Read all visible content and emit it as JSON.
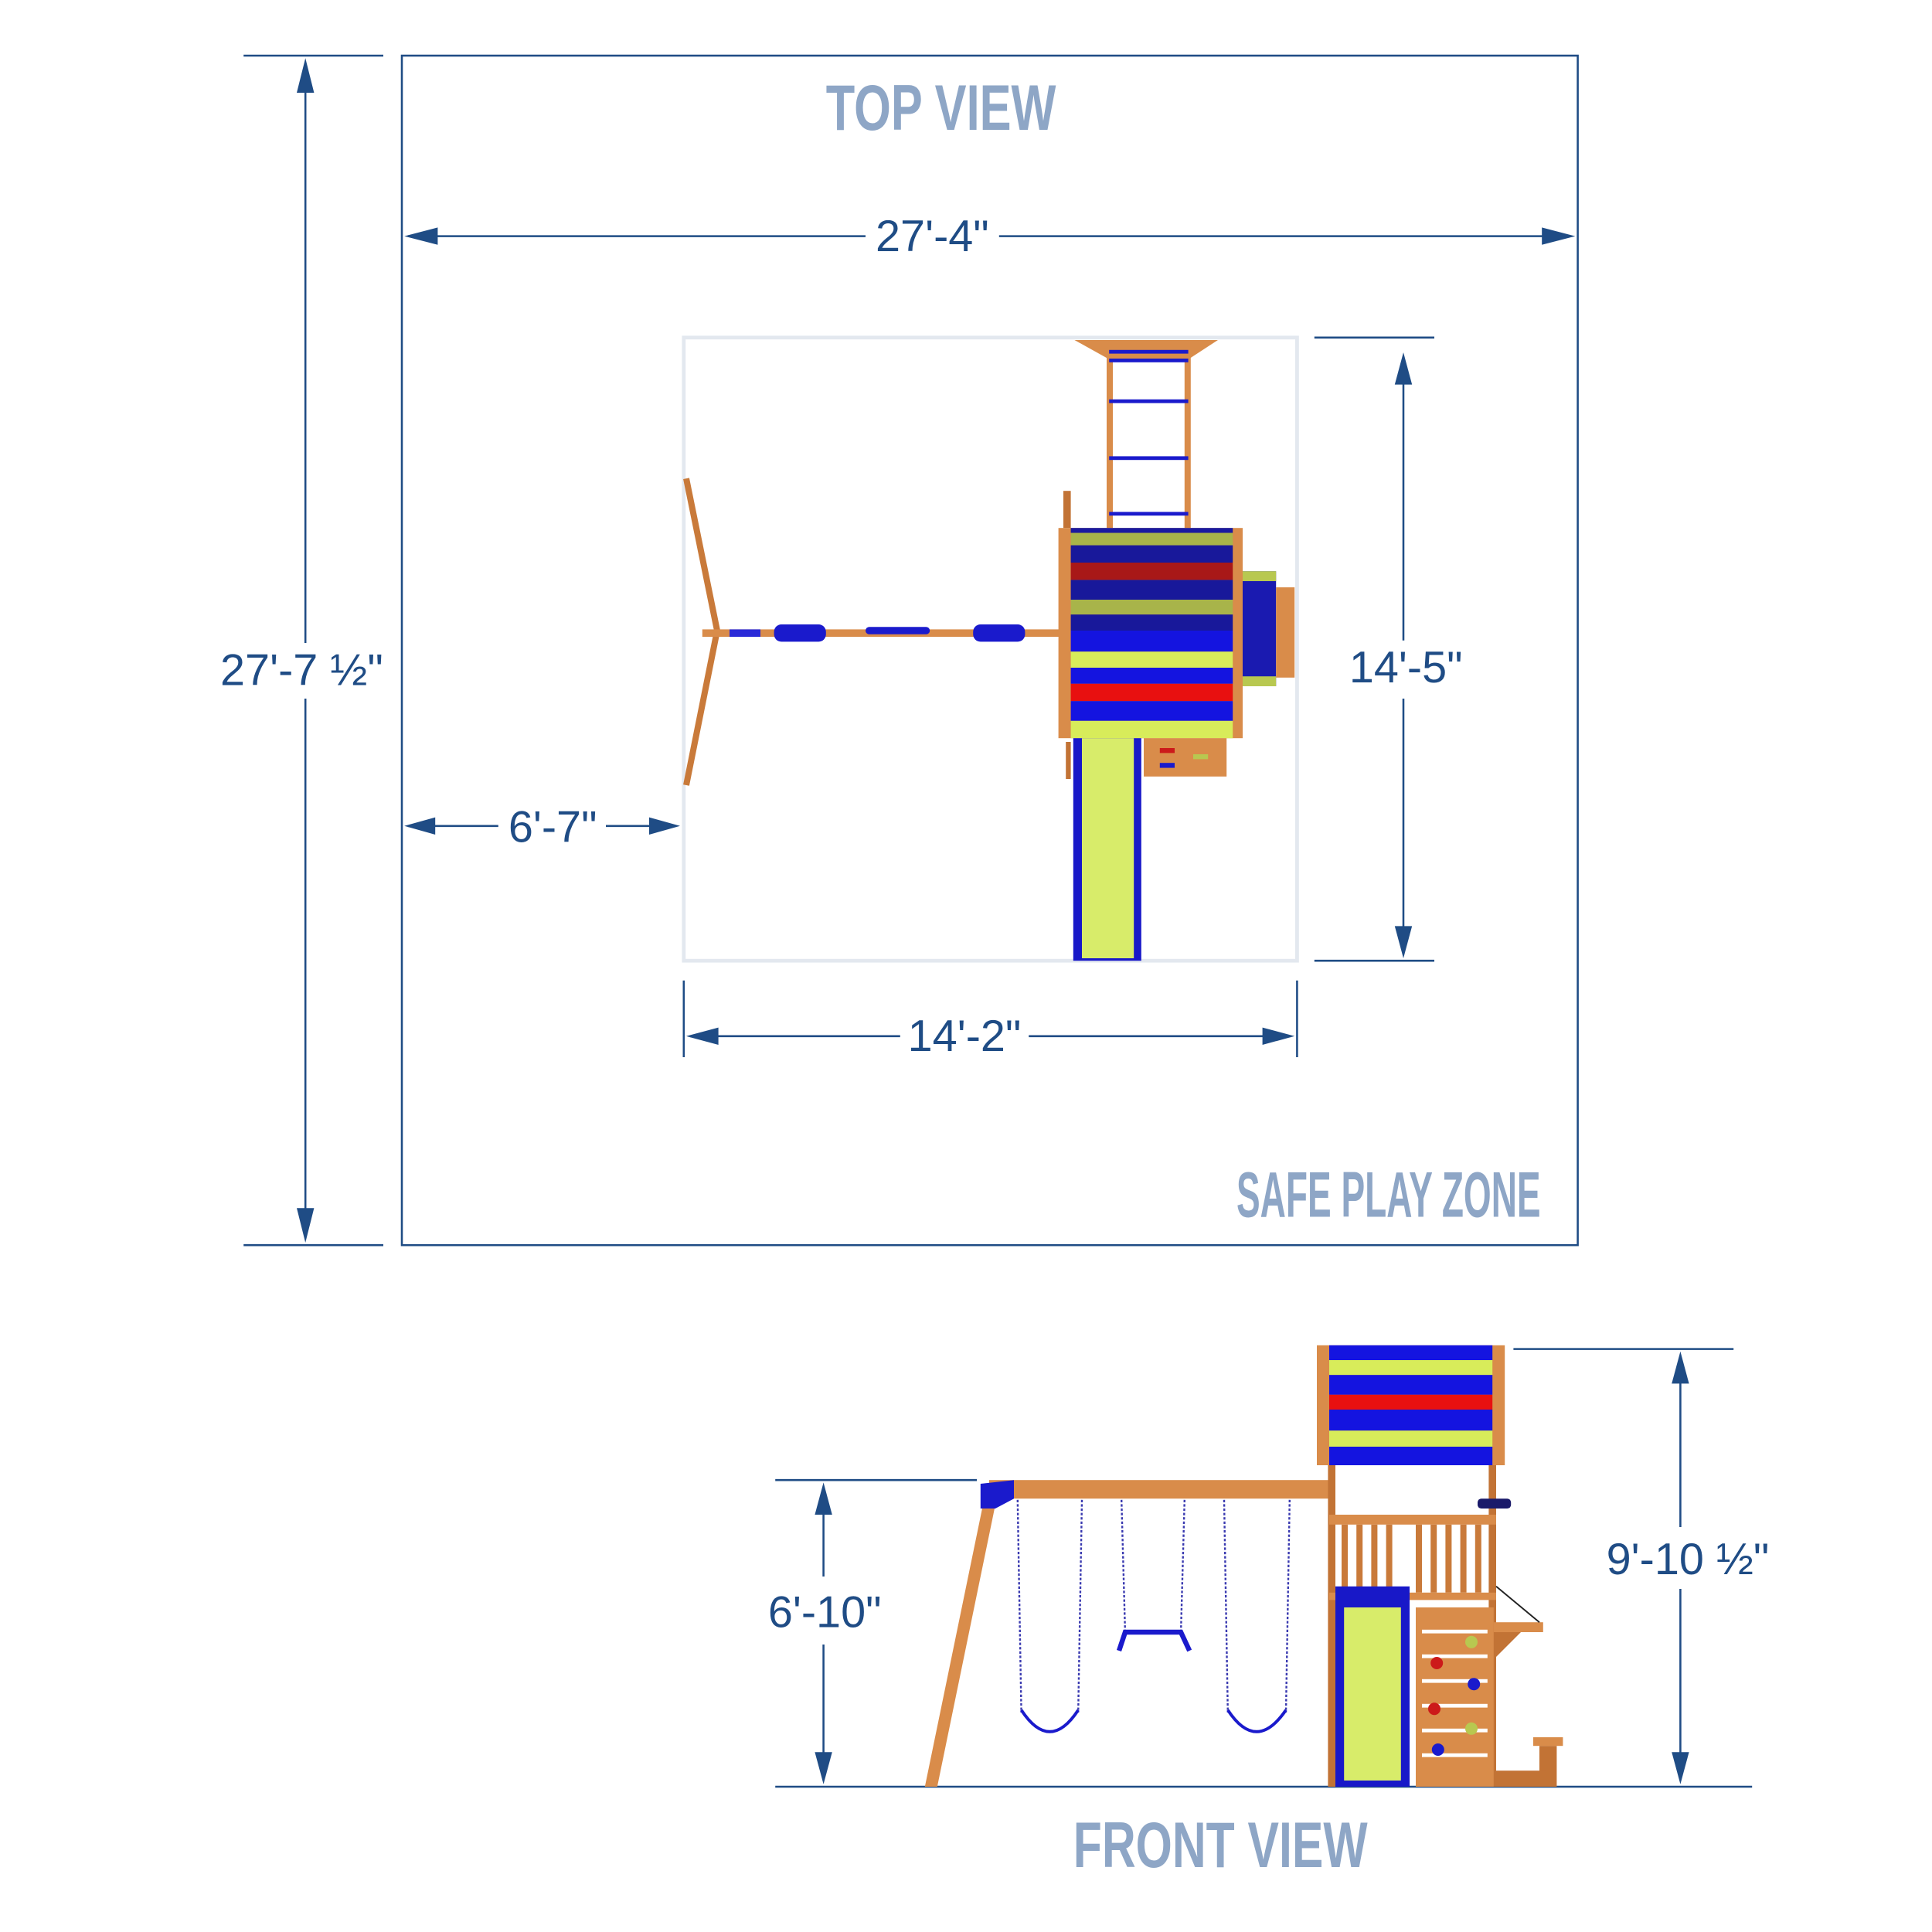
{
  "top_view": {
    "title": "TOP VIEW",
    "zone_label": "SAFE PLAY ZONE",
    "dims": {
      "zone_width": "27'-4\"",
      "zone_depth": "27'-7 ½\"",
      "set_width": "14'-2\"",
      "set_depth": "14'-5\"",
      "side_clearance": "6'-7\""
    }
  },
  "front_view": {
    "title": "FRONT VIEW",
    "dims": {
      "swing_beam_height": "6'-10\"",
      "overall_height": "9'-10 ½\""
    }
  },
  "colors": {
    "dimension": "#1f4c85",
    "title": "#8ea6c6",
    "wood": "#d98c4a",
    "blue": "#1414d8",
    "red": "#e81414",
    "yellow": "#d8ec5a"
  }
}
